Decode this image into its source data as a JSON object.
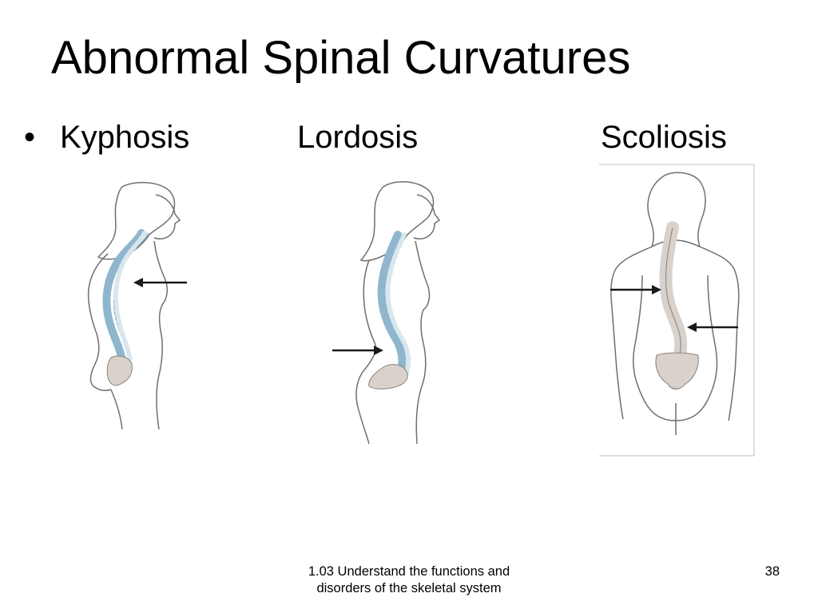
{
  "slide": {
    "title": "Abnormal Spinal Curvatures",
    "bullet_symbol": "•",
    "terms": [
      "Kyphosis",
      "Lordosis",
      "Scoliosis"
    ],
    "footer": "1.03 Understand the functions and disorders of the skeletal system",
    "slide_number": "38"
  },
  "illustrations": [
    {
      "name": "kyphosis-figure",
      "view": "side",
      "arrow_direction": "left"
    },
    {
      "name": "lordosis-figure",
      "view": "side",
      "arrow_direction": "right"
    },
    {
      "name": "scoliosis-figure",
      "view": "back",
      "arrow_directions": [
        "right",
        "left"
      ]
    }
  ],
  "colors": {
    "text": "#000000",
    "background": "#ffffff",
    "outline": "#6f6f6f",
    "vertebra_blue": "#8fb6cc",
    "vertebra_light": "#d8e6ee",
    "bone": "#d9d2cc",
    "arrow": "#1a1a1a",
    "frame": "#bfbfbf"
  }
}
